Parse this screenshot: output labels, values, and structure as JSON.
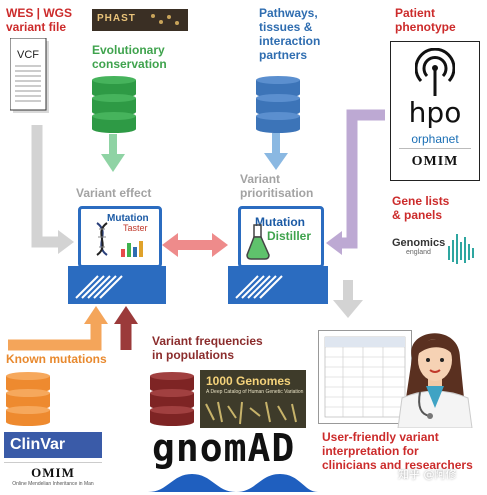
{
  "labels": {
    "wes_wgs_line1": "WES | WGS",
    "wes_wgs_line2": "variant file",
    "vcf": "VCF",
    "phast_logo": "PHAST",
    "evolutionary_line1": "Evolutionary",
    "evolutionary_line2": "conservation",
    "pathways_line1": "Pathways,",
    "pathways_line2": "tissues &",
    "pathways_line3": "interaction",
    "pathways_line4": "partners",
    "patient_line1": "Patient",
    "patient_line2": "phenotype",
    "hpo": "hpo",
    "orphanet": "orphanet",
    "omim_top": "OMIM",
    "variant_effect": "Variant effect",
    "variant_prio_line1": "Variant",
    "variant_prio_line2": "prioritisation",
    "mutation_taster_line1": "Mutation",
    "mutation_taster_line2": "Taster",
    "mutation_distiller_line1": "Mutation",
    "mutation_distiller_line2": "Distiller",
    "gene_lists_line1": "Gene lists",
    "gene_lists_line2": "& panels",
    "genomics_england_line1": "Genomics",
    "genomics_england_line2": "england",
    "known_mutations": "Known mutations",
    "variant_freq_line1": "Variant frequencies",
    "variant_freq_line2": "in populations",
    "thousand_genomes": "1000 Genomes",
    "thousand_genomes_sub": "A Deep Catalog of Human Genetic Variation",
    "clinvar": "ClinVar",
    "omim_bottom": "OMIM",
    "omim_bottom_sub": "Online Mendelian Inheritance in Man",
    "gnomad": "gnomAD",
    "user_friendly_line1": "User-friendly variant",
    "user_friendly_line2": "interpretation for",
    "user_friendly_line3": "clinicians and researchers",
    "watermark": "知乎 @阿修"
  },
  "colors": {
    "red_text": "#cc2b2b",
    "green_db": "#2e9a45",
    "blue_db": "#3c74b8",
    "orange_db": "#ee8a2f",
    "maroon_db": "#7e2424",
    "gray_arrow": "#d3d3d3",
    "green_arrow": "#8fd3a4",
    "blue_arrow": "#8ab8e2",
    "purple_arrow": "#bda9d3",
    "orange_arrow": "#f4a55a",
    "maroon_arrow": "#9b3a3a",
    "pink_arrow": "#ee8b8b",
    "computer_blue": "#2b6cc0"
  }
}
